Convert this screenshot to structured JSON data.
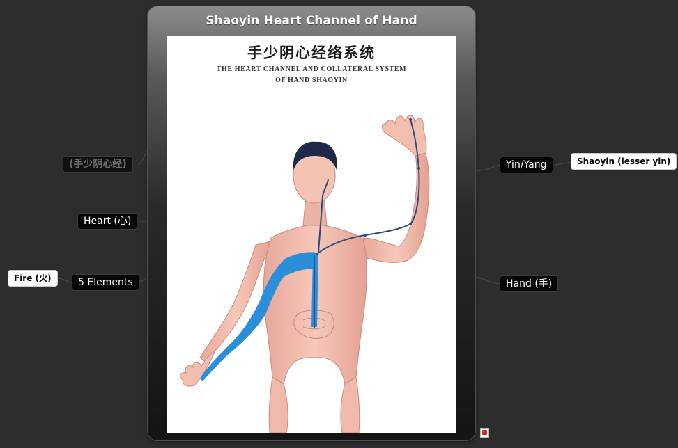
{
  "central_topic": {
    "title": "Shaoyin Heart Channel of Hand",
    "poster": {
      "title_cn": "手少阴心经络系统",
      "title_en_line1": "THE HEART CHANNEL AND COLLATERAL SYSTEM",
      "title_en_line2": "OF HAND SHAOYIN"
    }
  },
  "left_branches": [
    {
      "label": "(手少阴心经)"
    },
    {
      "label": "Heart (心)"
    },
    {
      "label": "5 Elements",
      "children": [
        {
          "label": "Fire (火)"
        }
      ]
    }
  ],
  "right_branches": [
    {
      "label": "Yin/Yang",
      "children": [
        {
          "label": "Shaoyin (lesser yin)"
        }
      ]
    },
    {
      "label": "Hand (手)"
    }
  ],
  "attachment_icon": "document-attachment-icon",
  "colors": {
    "background": "#2d2d2d",
    "topic_fill": "#070707",
    "subtopic_fill": "#ffffff",
    "meridian_blue": "#2a8fd8"
  }
}
